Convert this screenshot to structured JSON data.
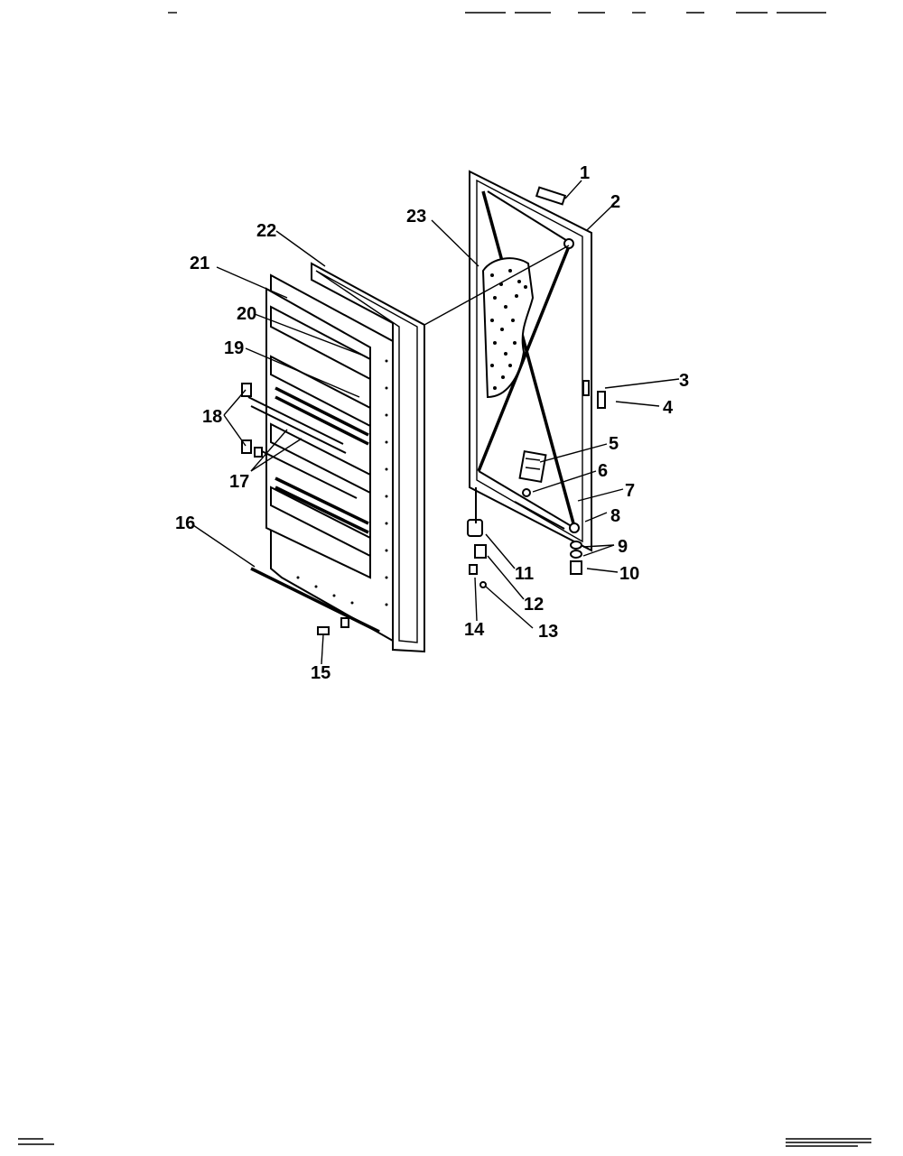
{
  "callouts": [
    {
      "id": "1",
      "label": "1"
    },
    {
      "id": "2",
      "label": "2"
    },
    {
      "id": "3",
      "label": "3"
    },
    {
      "id": "4",
      "label": "4"
    },
    {
      "id": "5",
      "label": "5"
    },
    {
      "id": "6",
      "label": "6"
    },
    {
      "id": "7",
      "label": "7"
    },
    {
      "id": "8",
      "label": "8"
    },
    {
      "id": "9",
      "label": "9"
    },
    {
      "id": "10",
      "label": "10"
    },
    {
      "id": "11",
      "label": "11"
    },
    {
      "id": "12",
      "label": "12"
    },
    {
      "id": "13",
      "label": "13"
    },
    {
      "id": "14",
      "label": "14"
    },
    {
      "id": "15",
      "label": "15"
    },
    {
      "id": "16",
      "label": "16"
    },
    {
      "id": "17",
      "label": "17"
    },
    {
      "id": "18",
      "label": "18"
    },
    {
      "id": "19",
      "label": "19"
    },
    {
      "id": "20",
      "label": "20"
    },
    {
      "id": "21",
      "label": "21"
    },
    {
      "id": "22",
      "label": "22"
    },
    {
      "id": "23",
      "label": "23"
    }
  ],
  "colors": {
    "ink": "#000000",
    "paper": "#ffffff"
  }
}
